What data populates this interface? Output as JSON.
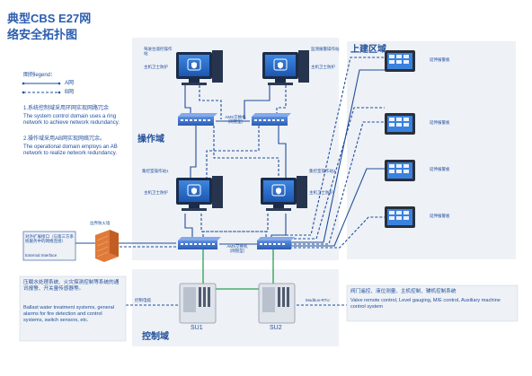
{
  "title": {
    "line1": "典型CBS E27网",
    "line2": "络安全拓扑图"
  },
  "legend": {
    "heading": "图例legend：",
    "a_label": "A网",
    "b_label": "B网"
  },
  "notes": {
    "n1_cn": "1.系统控制域采用环网实现网路冗余",
    "n1_en": "The system control domain uses a ring network to achieve network redundancy.",
    "n2_cn": "2.操作域采用AB网实现网络冗余。",
    "n2_en": "The operational domain employs an AB network to realize network redundancy."
  },
  "zones": {
    "operation": "操作域",
    "control": "控制域",
    "deck": "上建区域"
  },
  "stations": {
    "ws1": "驾驶台遥控操作站",
    "ws2": "监测报警操作站",
    "ws3": "集控室操作站1",
    "ws4": "集控室操作站2",
    "host_guard": "主机卫士防护"
  },
  "switches": {
    "ams_top": "AMS交换机（网管型）",
    "ams_bottom": "AMS交换机（网管型）"
  },
  "panels": {
    "p1": "延伸报警板",
    "p2": "延伸报警板",
    "p3": "延伸报警板",
    "p4": "延伸报警板"
  },
  "firewall": {
    "label": "边界防火墙"
  },
  "external": {
    "cn": "对外扩展接口（与第三方系统服务中的网络连接）",
    "en": "External Interface"
  },
  "cabinets": {
    "su1": "SU1",
    "su2": "SU2",
    "ring_label": "控制电缆",
    "modbus": "Modbus-RTU"
  },
  "left_box": {
    "cn": "压载水处理系统、火灾探测控制等系统的通讯报警、开关量传感器等。",
    "en": "Ballast water treatment systems, general alarms for fire detection and control systems, switch sensors, etc."
  },
  "right_box": {
    "cn": "阀门遥控、液位测量、主机控制、辅机控制系统",
    "en": "Valve remote control, Level gauging, M/E control, Auxiliary machine control system"
  },
  "colors": {
    "a_net": "#1f4e9a",
    "b_net": "#1f4e9a",
    "ring": "#2aa050",
    "zone_bg": "#eef1f6",
    "monitor": "#2a6cc6",
    "switch": "#3a6fc8",
    "firewall": "#e07a3a"
  }
}
